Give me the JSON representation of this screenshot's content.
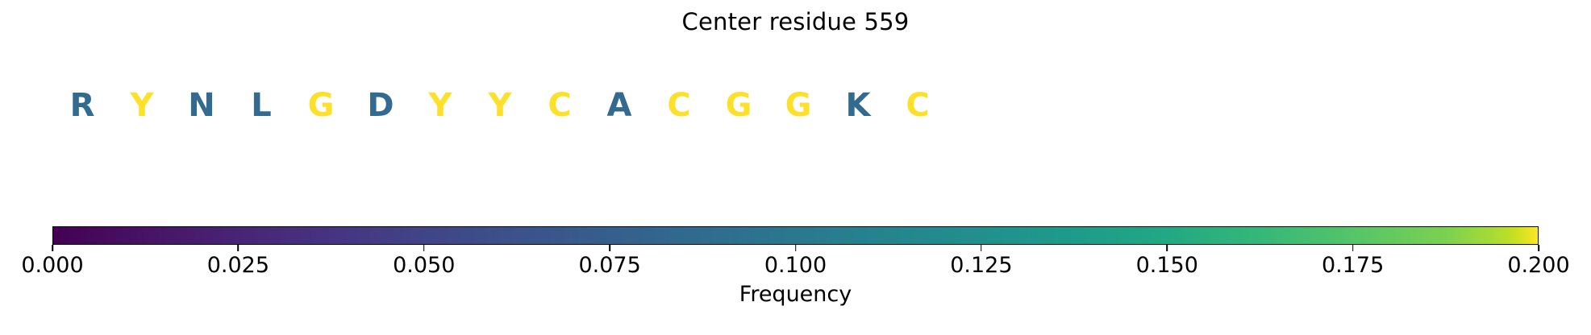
{
  "title": "Center residue 559",
  "sequence": {
    "residues": [
      {
        "letter": "R",
        "color": "#336a8f"
      },
      {
        "letter": "Y",
        "color": "#fde02a"
      },
      {
        "letter": "N",
        "color": "#336a8f"
      },
      {
        "letter": "L",
        "color": "#336a8f"
      },
      {
        "letter": "G",
        "color": "#fde02a"
      },
      {
        "letter": "D",
        "color": "#336a8f"
      },
      {
        "letter": "Y",
        "color": "#fde02a"
      },
      {
        "letter": "Y",
        "color": "#fde02a"
      },
      {
        "letter": "C",
        "color": "#fde02a"
      },
      {
        "letter": "A",
        "color": "#336a8f"
      },
      {
        "letter": "C",
        "color": "#fde02a"
      },
      {
        "letter": "G",
        "color": "#fde02a"
      },
      {
        "letter": "G",
        "color": "#fde02a"
      },
      {
        "letter": "K",
        "color": "#336a8f"
      },
      {
        "letter": "C",
        "color": "#fde02a"
      }
    ]
  },
  "colorbar": {
    "label": "Frequency",
    "vmin": 0.0,
    "vmax": 0.2,
    "colormap": "viridis",
    "orientation": "horizontal",
    "ticks": [
      {
        "value": 0.0,
        "label": "0.000",
        "pos_pct": 0
      },
      {
        "value": 0.025,
        "label": "0.025",
        "pos_pct": 12.5
      },
      {
        "value": 0.05,
        "label": "0.050",
        "pos_pct": 25
      },
      {
        "value": 0.075,
        "label": "0.075",
        "pos_pct": 37.5
      },
      {
        "value": 0.1,
        "label": "0.100",
        "pos_pct": 50
      },
      {
        "value": 0.125,
        "label": "0.125",
        "pos_pct": 62.5
      },
      {
        "value": 0.15,
        "label": "0.150",
        "pos_pct": 75
      },
      {
        "value": 0.175,
        "label": "0.175",
        "pos_pct": 87.5
      },
      {
        "value": 0.2,
        "label": "0.200",
        "pos_pct": 100
      }
    ]
  },
  "chart_data": {
    "type": "heatmap",
    "title": "Center residue 559",
    "xlabel": "",
    "ylabel": "",
    "categories": [
      "R",
      "Y",
      "N",
      "L",
      "G",
      "D",
      "Y",
      "Y",
      "C",
      "A",
      "C",
      "G",
      "G",
      "K",
      "C"
    ],
    "values": [
      0.1,
      0.2,
      0.1,
      0.1,
      0.2,
      0.1,
      0.2,
      0.2,
      0.2,
      0.1,
      0.2,
      0.2,
      0.2,
      0.1,
      0.2
    ],
    "colorbar_label": "Frequency",
    "colormap": "viridis",
    "clim": [
      0.0,
      0.2
    ],
    "grid": false,
    "legend_position": "bottom"
  }
}
